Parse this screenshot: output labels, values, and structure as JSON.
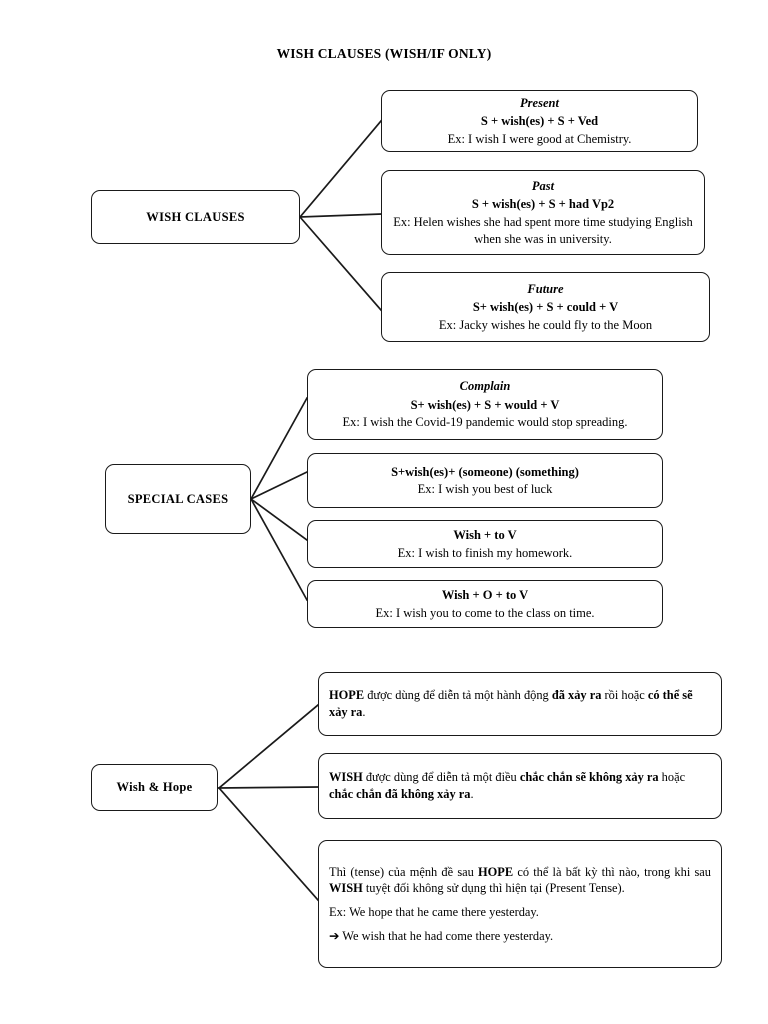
{
  "document": {
    "title": "WISH CLAUSES (WISH/IF ONLY)"
  },
  "branches": {
    "wish_clauses": {
      "label": "WISH CLAUSES",
      "cases": [
        {
          "head": "Present",
          "formula": "S + wish(es) + S + Ved",
          "example": "Ex: I wish I were good at Chemistry."
        },
        {
          "head": "Past",
          "formula": "S + wish(es) + S + had Vp2",
          "example": "Ex: Helen wishes she had spent more time studying English when she was in university."
        },
        {
          "head": "Future",
          "formula": "S+ wish(es) + S + could + V",
          "example": "Ex: Jacky wishes he could fly to the Moon"
        }
      ]
    },
    "special_cases": {
      "label": "SPECIAL CASES",
      "cases": [
        {
          "head": "Complain",
          "formula": "S+ wish(es) + S + would + V",
          "example": "Ex: I wish the Covid-19 pandemic would stop spreading."
        },
        {
          "head": "",
          "formula": "S+wish(es)+ (someone) (something)",
          "example": "Ex: I wish you best of luck"
        },
        {
          "head": "",
          "formula": "Wish + to V",
          "example": "Ex: I wish to finish my homework."
        },
        {
          "head": "",
          "formula": "Wish + O + to V",
          "example": "Ex: I wish you to come to the class on time."
        }
      ]
    },
    "wish_and_hope": {
      "label": "Wish & Hope",
      "notes": [
        {
          "id": "hope-note",
          "parts": [
            {
              "text": "HOPE",
              "bold": true
            },
            {
              "text": " được dùng để diễn tả một hành động ",
              "bold": false
            },
            {
              "text": "đã xảy ra",
              "bold": true
            },
            {
              "text": " rồi hoặc ",
              "bold": false
            },
            {
              "text": "có thể sẽ xảy ra",
              "bold": true
            },
            {
              "text": ".",
              "bold": false
            }
          ]
        },
        {
          "id": "wish-note",
          "parts": [
            {
              "text": "WISH",
              "bold": true
            },
            {
              "text": " được dùng để diễn tả một điều ",
              "bold": false
            },
            {
              "text": "chắc chắn sẽ không xảy ra",
              "bold": true
            },
            {
              "text": " hoặc ",
              "bold": false
            },
            {
              "text": "chắc chắn đã không xảy ra",
              "bold": true
            },
            {
              "text": ".",
              "bold": false
            }
          ]
        },
        {
          "id": "tense-note",
          "parts": [
            {
              "text": "Thì (tense) của mệnh đề sau ",
              "bold": false
            },
            {
              "text": "HOPE",
              "bold": true
            },
            {
              "text": " có thể là bất kỳ thì nào, trong khi sau ",
              "bold": false
            },
            {
              "text": "WISH",
              "bold": true
            },
            {
              "text": " tuyệt đối không sử dụng thì hiện tại (Present Tense).",
              "bold": false
            }
          ],
          "example": "Ex: We hope that he came there yesterday.",
          "arrow_glyph": "➔",
          "conclusion": "We wish that he had come there yesterday."
        }
      ]
    }
  },
  "style": {
    "line_color": "#1a1a1a",
    "border_color": "#1a1a1a",
    "text_color": "#000000",
    "background": "#ffffff"
  }
}
